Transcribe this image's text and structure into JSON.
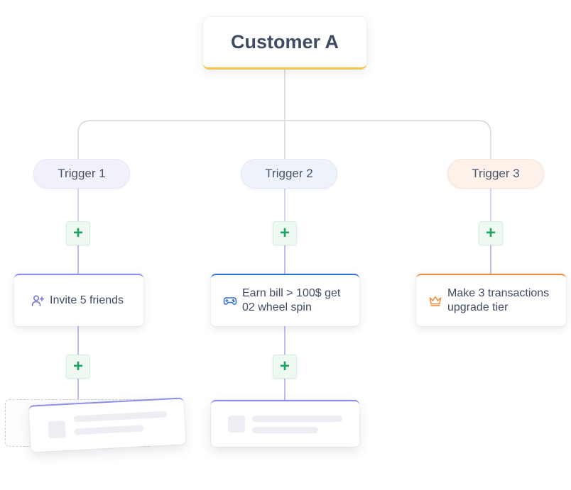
{
  "root": {
    "label": "Customer A",
    "accent": "#f2c94c"
  },
  "triggers": [
    {
      "label": "Trigger 1",
      "bg": "#f1f1fc"
    },
    {
      "label": "Trigger 2",
      "bg": "#eef2fb"
    },
    {
      "label": "Trigger 3",
      "bg": "#fdf1ea"
    }
  ],
  "add_symbol": "+",
  "actions": [
    {
      "icon": "user-plus-icon",
      "line1": "Invite 5 friends",
      "line2": "",
      "accent": "#8b8bec"
    },
    {
      "icon": "gamepad-icon",
      "line1": "Earn bill > 100$ get",
      "line2": "02 wheel spin",
      "accent": "#2f6fd6"
    },
    {
      "icon": "crown-icon",
      "line1": "Make 3 transactions",
      "line2": "upgrade tier",
      "accent": "#f08a3a"
    }
  ],
  "colors": {
    "connector": "#d6d8df",
    "connector_active": "#a9a9ee",
    "plus_green": "#1fa463"
  }
}
